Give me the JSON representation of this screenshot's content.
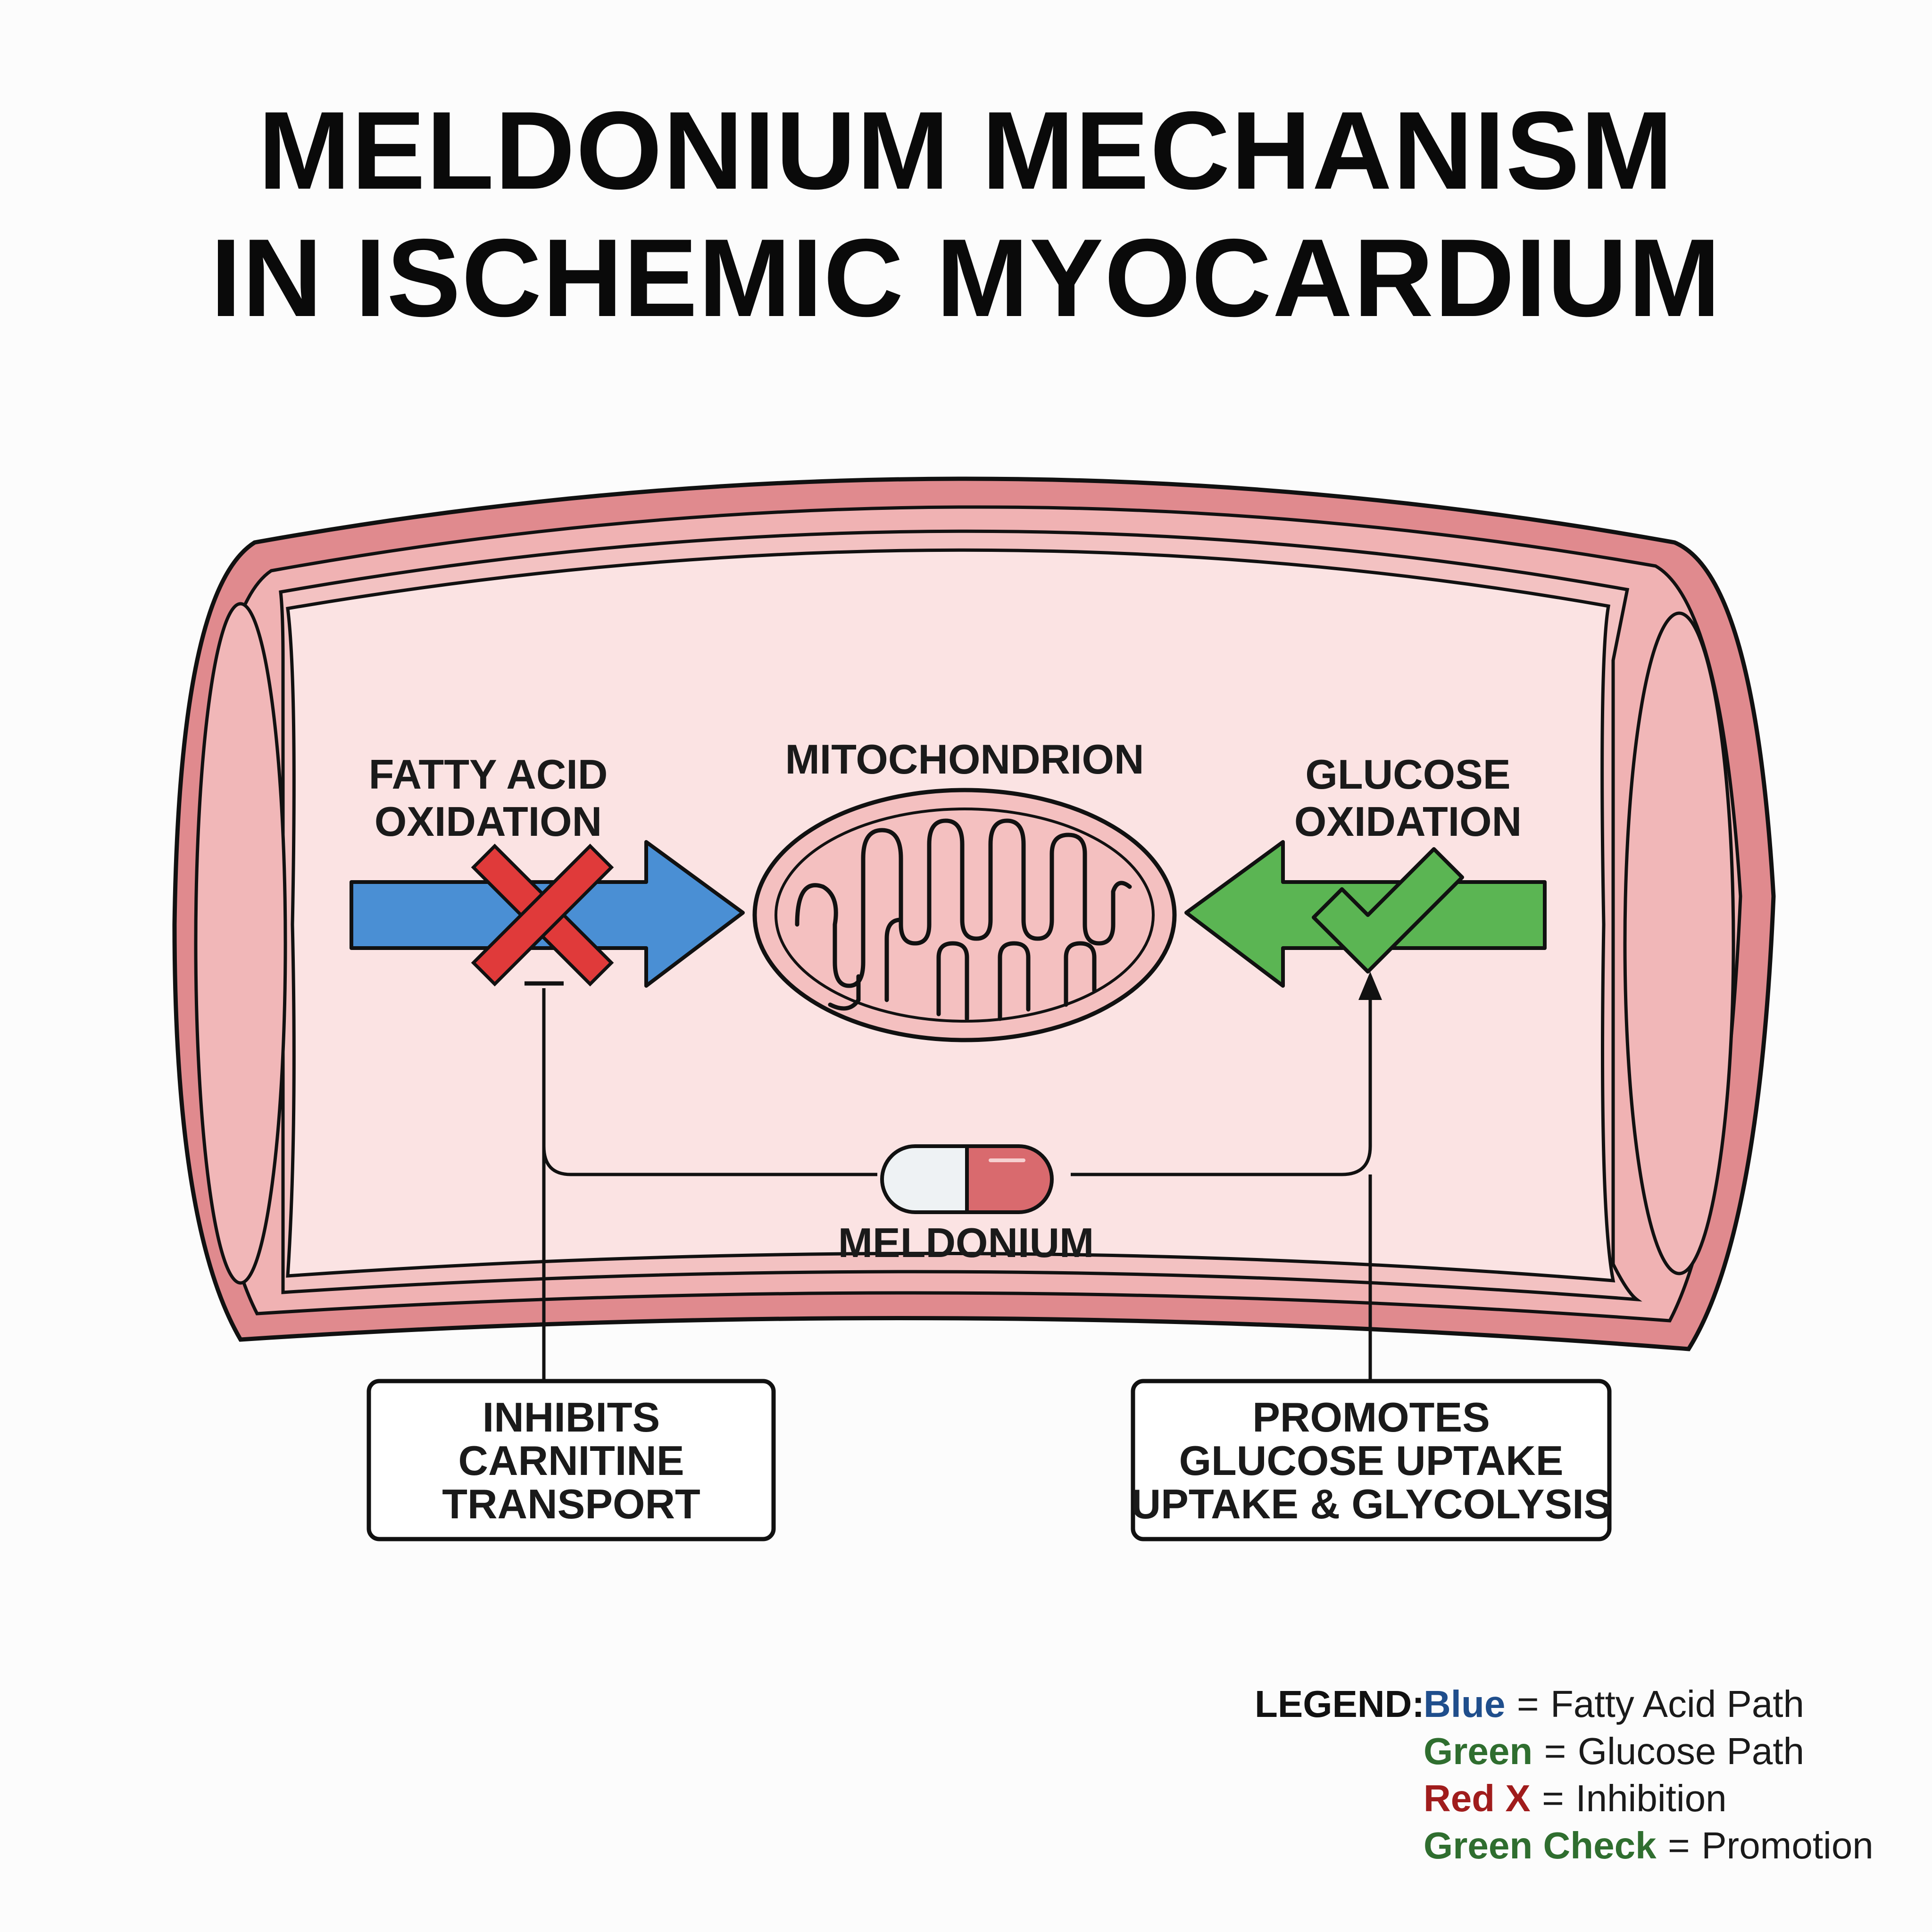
{
  "title": {
    "line1": "MELDONIUM MECHANISM",
    "line2": "IN ISCHEMIC MYOCARDIUM"
  },
  "labels": {
    "fatty_acid_line1": "FATTY ACID",
    "fatty_acid_line2": "OXIDATION",
    "mitochondrion": "MITOCHONDRION",
    "glucose_line1": "GLUCOSE",
    "glucose_line2": "OXIDATION",
    "meldonium": "MELDONIUM"
  },
  "boxes": {
    "inhibits": [
      "INHIBITS",
      "CARNITINE",
      "TRANSPORT"
    ],
    "promotes": [
      "PROMOTES",
      "GLUCOSE UPTAKE",
      "UPTAKE & GLYCOLYSIS"
    ]
  },
  "legend": {
    "heading": "LEGEND:",
    "equals": "=",
    "items": [
      {
        "key": "Blue",
        "value": "Fatty Acid Path",
        "color": "#1f4e8c"
      },
      {
        "key": "Green",
        "value": "Glucose Path",
        "color": "#2f6e2f"
      },
      {
        "key": "Red X",
        "value": "Inhibition",
        "color": "#a01c1c"
      },
      {
        "key": "Green Check",
        "value": "Promotion",
        "color": "#2f6e2f"
      }
    ]
  },
  "colors": {
    "cell_outer": "#e08a8e",
    "cell_inner": "#fbe3e3",
    "cell_end": "#f1b7b8",
    "fatty_arrow": "#4a8fd4",
    "glucose_arrow": "#5bb553",
    "inhibit_x": "#e03a3a",
    "check": "#5bb553",
    "mito_fill": "#f4c0c0",
    "pill_red": "#d96a6e",
    "pill_white": "#eef2f4"
  }
}
